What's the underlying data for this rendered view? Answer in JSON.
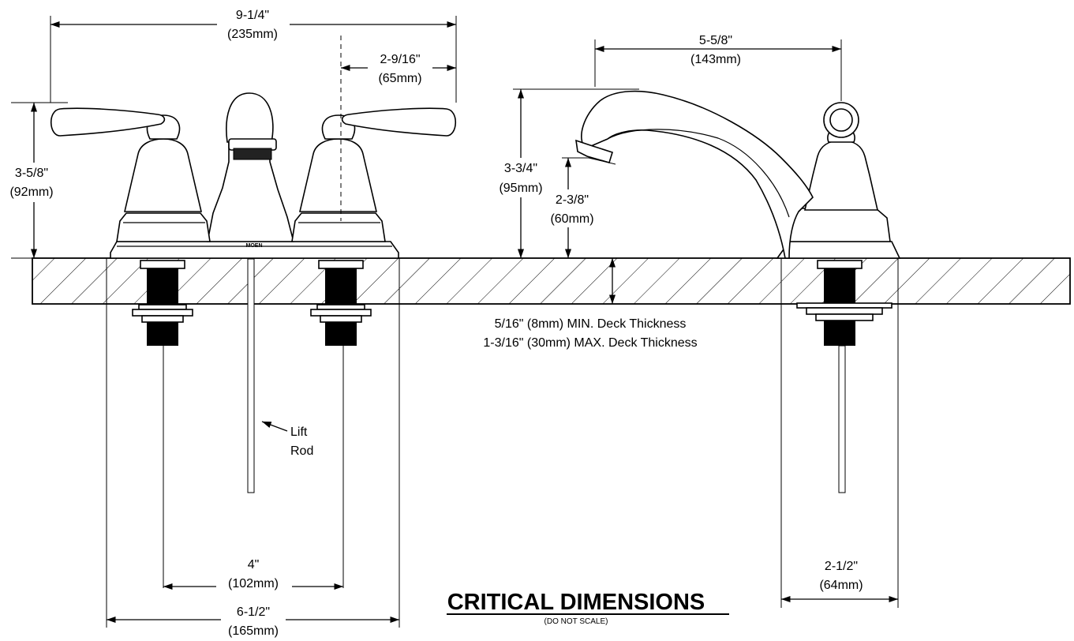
{
  "dimensions": {
    "overall_width": {
      "in": "9-1/4\"",
      "mm": "(235mm)"
    },
    "handle_offset": {
      "in": "2-9/16\"",
      "mm": "(65mm)"
    },
    "faucet_height": {
      "in": "3-5/8\"",
      "mm": "(92mm)"
    },
    "spout_reach": {
      "in": "5-5/8\"",
      "mm": "(143mm)"
    },
    "spout_height": {
      "in": "3-3/4\"",
      "mm": "(95mm)"
    },
    "aerator_height": {
      "in": "2-3/8\"",
      "mm": "(60mm)"
    },
    "center_spacing": {
      "in": "4\"",
      "mm": "(102mm)"
    },
    "base_width": {
      "in": "6-1/2\"",
      "mm": "(165mm)"
    },
    "base_depth": {
      "in": "2-1/2\"",
      "mm": "(64mm)"
    }
  },
  "deck_notes": {
    "min": "5/16\" (8mm) MIN. Deck Thickness",
    "max": "1-3/16\" (30mm) MAX. Deck Thickness"
  },
  "lift_rod": {
    "line1": "Lift",
    "line2": "Rod"
  },
  "brand": "MOEN",
  "title": "CRITICAL DIMENSIONS",
  "subtitle": "(DO NOT SCALE)"
}
